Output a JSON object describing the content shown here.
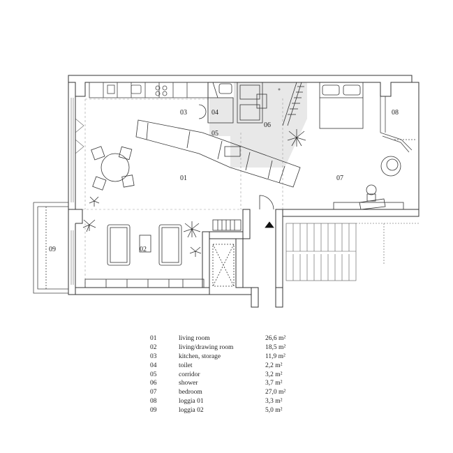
{
  "plan": {
    "rooms": [
      {
        "num": "01"
      },
      {
        "num": "02"
      },
      {
        "num": "03"
      },
      {
        "num": "04"
      },
      {
        "num": "05"
      },
      {
        "num": "06"
      },
      {
        "num": "07"
      },
      {
        "num": "08"
      },
      {
        "num": "09"
      }
    ],
    "colors": {
      "wall": "#9a9a9a",
      "wall_line": "#333333",
      "line": "#555555",
      "shower_floor": "#e6e6e6"
    }
  },
  "legend": {
    "rows": [
      {
        "num": "01",
        "name": "living room",
        "area": "26,6 m²"
      },
      {
        "num": "02",
        "name": "living/drawing room",
        "area": "18,5 m²"
      },
      {
        "num": "03",
        "name": "kitchen, storage",
        "area": "11,9 m²"
      },
      {
        "num": "04",
        "name": "toilet",
        "area": "2,2 m²"
      },
      {
        "num": "05",
        "name": "corridor",
        "area": "3,2 m²"
      },
      {
        "num": "06",
        "name": "shower",
        "area": "3,7 m²"
      },
      {
        "num": "07",
        "name": "bedroom",
        "area": "27,0 m²"
      },
      {
        "num": "08",
        "name": "loggia 01",
        "area": "3,3 m²"
      },
      {
        "num": "09",
        "name": "loggia 02",
        "area": "5,0 m²"
      }
    ]
  }
}
